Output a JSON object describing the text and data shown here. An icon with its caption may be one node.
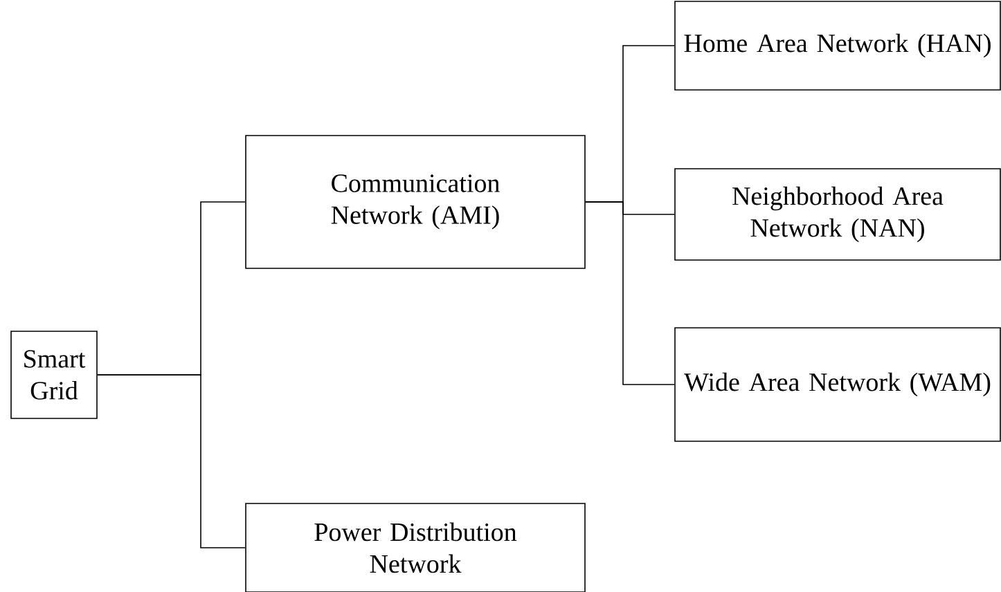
{
  "diagram": {
    "nodes": [
      {
        "text": [
          "Smart Grid"
        ]
      },
      {
        "text": [
          "Communication Network (AMI)"
        ]
      },
      {
        "text": [
          "Power Distribution Network"
        ]
      },
      {
        "text": [
          "Home Area Network (HAN)"
        ]
      },
      {
        "text": [
          "Neighborhood Area Network (NAN)"
        ]
      },
      {
        "text": [
          "Wide Area Network (WAM)"
        ]
      }
    ],
    "edges": [
      {
        "from": 0,
        "to": 1,
        "arrow": "none"
      },
      {
        "from": 0,
        "to": 2,
        "arrow": "none"
      },
      {
        "from": 1,
        "to": 3,
        "arrow": "none"
      },
      {
        "from": 1,
        "to": 4,
        "arrow": "none"
      },
      {
        "from": 1,
        "to": 5,
        "arrow": "none"
      }
    ]
  }
}
